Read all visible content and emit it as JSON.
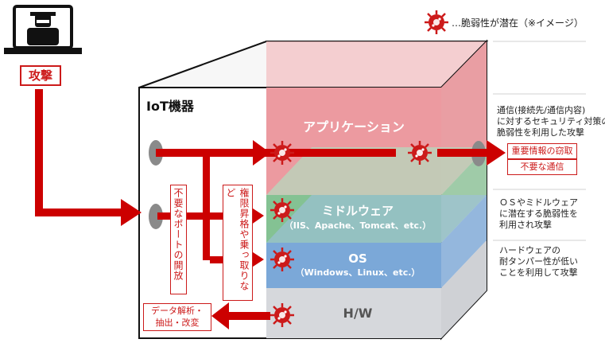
{
  "legend": {
    "text": "…脆弱性が潜在（※イメージ）",
    "virus_color": "#cc1a1a"
  },
  "attack_label": "攻撃",
  "device_title": "IoT機器",
  "layers": {
    "app": "アプリケーション",
    "middleware": "ミドルウェア",
    "middleware_sub": "（IIS、Apache、Tomcat、etc.）",
    "os": "OS",
    "os_sub": "（Windows、Linux、etc.）",
    "hw": "H/W"
  },
  "vertical_labels": {
    "ports": "不要なポートの開放",
    "privilege": "権限昇格や乗っ取りなど"
  },
  "right_notes": {
    "comm": "通信(接続先/通信内容)\nに対するセキュリティ対策の\n脆弱性を利用した攻撃",
    "mw": "ＯＳやミドルウェア\nに潜在する脆弱性を\n利用され攻撃",
    "hw": "ハードウェアの\n耐タンパー性が低い\nことを利用して攻撃"
  },
  "outputs": {
    "theft": "重要情報の窃取",
    "bad_comm": "不要な通信",
    "data_tamper": "データ解析・\n抽出・改変"
  },
  "colors": {
    "red": "#cc0000",
    "app": "#e88a90",
    "middleware": "#7fbf8a",
    "os": "#7aa7d6",
    "hw": "#d4d6da"
  }
}
